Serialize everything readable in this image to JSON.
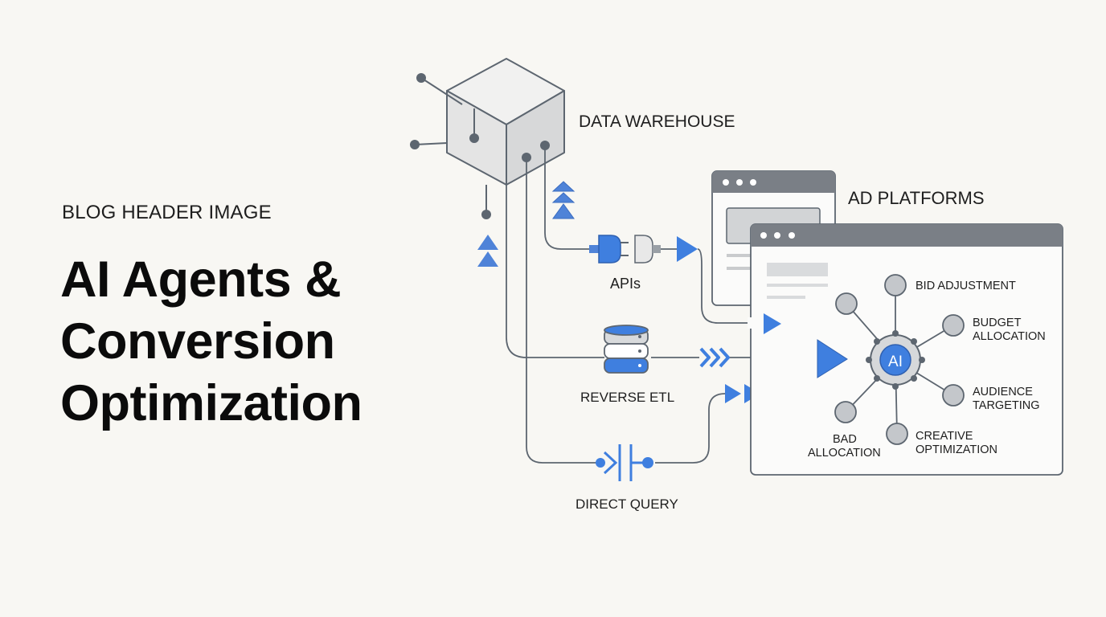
{
  "header": {
    "eyebrow": "BLOG HEADER IMAGE",
    "title_lines": [
      "AI Agents &",
      "Conversion",
      "Optimization"
    ]
  },
  "nodes": {
    "data_warehouse": "DATA WAREHOUSE",
    "ad_platforms": "AD PLATFORMS",
    "apis": "APIs",
    "reverse_etl": "REVERSE ETL",
    "direct_query": "DIRECT QUERY",
    "ai_hub": "AI"
  },
  "ai_outputs": {
    "bid_adjustment": "BID ADJUSTMENT",
    "budget_allocation": [
      "BUDGET",
      "ALLOCATION"
    ],
    "audience_targeting": [
      "AUDIENCE",
      "TARGETING"
    ],
    "creative_optimization": [
      "CREATIVE",
      "OPTIMIZATION"
    ],
    "bad_allocation": [
      "BAD",
      "ALLOCATION"
    ]
  },
  "colors": {
    "background": "#f8f7f3",
    "accent_blue": "#3f7fdf",
    "line_gray": "#5d6670",
    "node_gray": "#c4c7cb",
    "window_bar": "#7a7f86"
  }
}
